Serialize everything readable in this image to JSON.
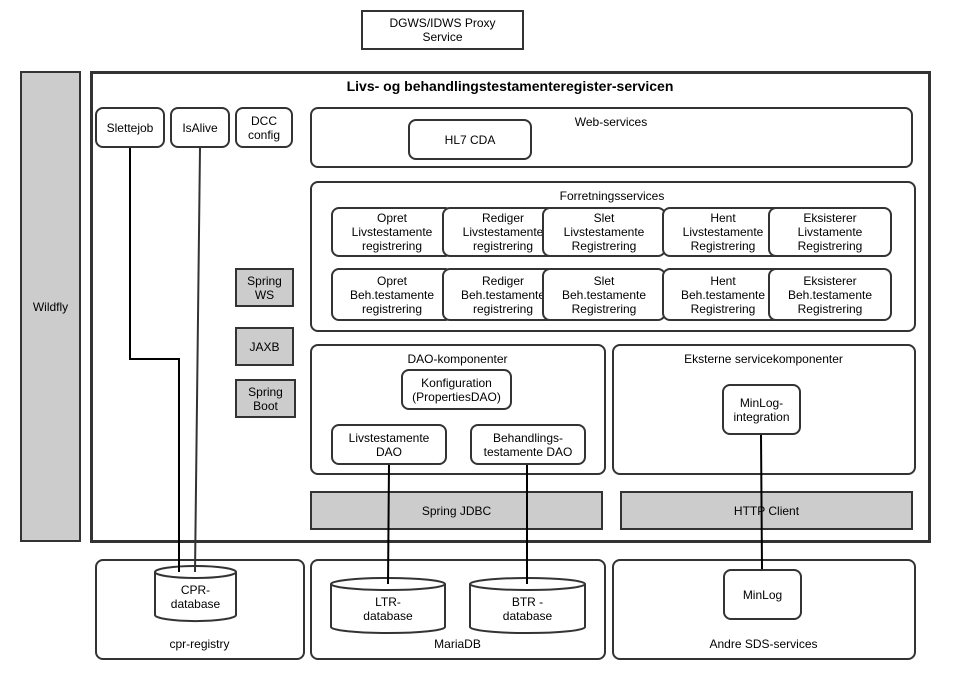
{
  "proxy": "DGWS/IDWS Proxy\nService",
  "wildfly": "Wildfly",
  "main_title": "Livs- og behandlingstestamenteregister-servicen",
  "slettejob": "Slettejob",
  "isalive": "IsAlive",
  "dcc_config": "DCC\nconfig",
  "web_services": {
    "label": "Web-services",
    "hl7": "HL7 CDA"
  },
  "forretning": {
    "label": "Forretningsservices",
    "row1": [
      "Opret\nLivstestamente\nregistrering",
      "Rediger\nLivstestamente\nregistrering",
      "Slet\nLivstestamente\nRegistrering",
      "Hent\nLivstestamente\nRegistrering",
      "Eksisterer\nLivstamente\nRegistrering"
    ],
    "row2": [
      "Opret\nBeh.testamente\nregistrering",
      "Rediger\nBeh.testamente\nregistrering",
      "Slet\nBeh.testamente\nRegistrering",
      "Hent\nBeh.testamente\nRegistrering",
      "Eksisterer\nBeh.testamente\nRegistrering"
    ]
  },
  "libs": {
    "spring_ws": "Spring\nWS",
    "jaxb": "JAXB",
    "spring_boot": "Spring\nBoot"
  },
  "dao": {
    "label": "DAO-komponenter",
    "konfiguration": "Konfiguration\n(PropertiesDAO)",
    "livs_dao": "Livstestamente\nDAO",
    "beh_dao": "Behandlings-\ntestamente DAO"
  },
  "eksterne": {
    "label": "Eksterne servicekomponenter",
    "minlog_integration": "MinLog-\nintegration"
  },
  "spring_jdbc": "Spring JDBC",
  "http_client": "HTTP Client",
  "bottom": {
    "cpr": {
      "label": "cpr-registry",
      "db": "CPR-\ndatabase"
    },
    "mariadb": {
      "label": "MariaDB",
      "ltr": "LTR-\ndatabase",
      "btr": "BTR -\ndatabase"
    },
    "andre": {
      "label": "Andre SDS-services",
      "minlog": "MinLog"
    }
  },
  "colors": {
    "stroke": "#333333",
    "library_fill": "#cccccc"
  }
}
